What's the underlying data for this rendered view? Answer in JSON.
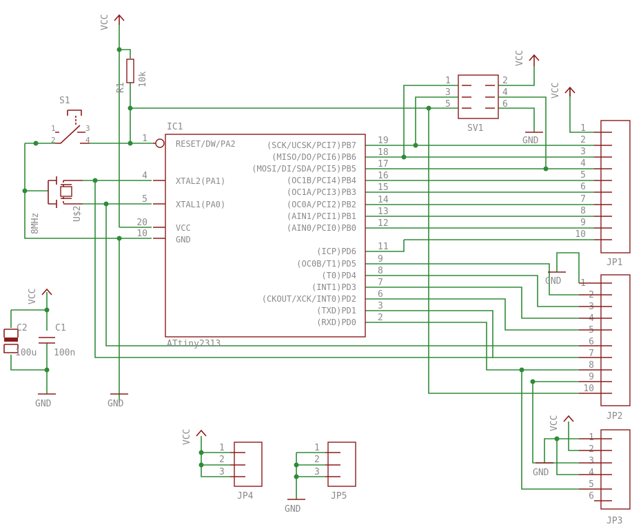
{
  "colors": {
    "wire": "#2e8b37",
    "symbol": "#8b1a1a",
    "text": "#8a8a8a",
    "background": "#ffffff"
  },
  "ic1": {
    "ref": "IC1",
    "value": "ATtiny2313",
    "left_pins": [
      {
        "num": "1",
        "name": "RESET/DW/PA2"
      },
      {
        "num": "4",
        "name": "XTAL2(PA1)"
      },
      {
        "num": "5",
        "name": "XTAL1(PA0)"
      },
      {
        "num": "20",
        "name": "VCC"
      },
      {
        "num": "10",
        "name": "GND"
      }
    ],
    "right_pins": [
      {
        "num": "19",
        "name": "(SCK/UCSK/PCI7)PB7"
      },
      {
        "num": "18",
        "name": "(MISO/DO/PCI6)PB6"
      },
      {
        "num": "17",
        "name": "(MOSI/DI/SDA/PCI5)PB5"
      },
      {
        "num": "16",
        "name": "(OC1B/PCI4)PB4"
      },
      {
        "num": "15",
        "name": "(OC1A/PCI3)PB3"
      },
      {
        "num": "14",
        "name": "(OC0A/PCI2)PB2"
      },
      {
        "num": "13",
        "name": "(AIN1/PCI1)PB1"
      },
      {
        "num": "12",
        "name": "(AIN0/PCI0)PB0"
      },
      {
        "num": "11",
        "name": "(ICP)PD6"
      },
      {
        "num": "9",
        "name": "(OC0B/T1)PD5"
      },
      {
        "num": "8",
        "name": "(T0)PD4"
      },
      {
        "num": "7",
        "name": "(INT1)PD3"
      },
      {
        "num": "6",
        "name": "(CKOUT/XCK/INT0)PD2"
      },
      {
        "num": "3",
        "name": "(TXD)PD1"
      },
      {
        "num": "2",
        "name": "(RXD)PD0"
      }
    ]
  },
  "r1": {
    "ref": "R1",
    "value": "10k"
  },
  "s1": {
    "ref": "S1",
    "pins": [
      "1",
      "2",
      "3",
      "4"
    ]
  },
  "crystal": {
    "ref": "U$2",
    "value": "8MHz"
  },
  "c1": {
    "ref": "C1",
    "value": "100n"
  },
  "c2": {
    "ref": "C2",
    "value": "100u"
  },
  "sv1": {
    "ref": "SV1",
    "pins": [
      "1",
      "2",
      "3",
      "4",
      "5",
      "6"
    ]
  },
  "jp1": {
    "ref": "JP1",
    "pins": [
      "1",
      "2",
      "3",
      "4",
      "5",
      "6",
      "7",
      "8",
      "9",
      "10"
    ]
  },
  "jp2": {
    "ref": "JP2",
    "pins": [
      "1",
      "2",
      "3",
      "4",
      "5",
      "6",
      "7",
      "8",
      "9",
      "10"
    ]
  },
  "jp3": {
    "ref": "JP3",
    "pins": [
      "1",
      "2",
      "3",
      "4",
      "5",
      "6"
    ]
  },
  "jp4": {
    "ref": "JP4",
    "pins": [
      "1",
      "2",
      "3"
    ]
  },
  "jp5": {
    "ref": "JP5",
    "pins": [
      "1",
      "2",
      "3"
    ]
  },
  "supply": {
    "vcc": "VCC",
    "gnd": "GND"
  }
}
